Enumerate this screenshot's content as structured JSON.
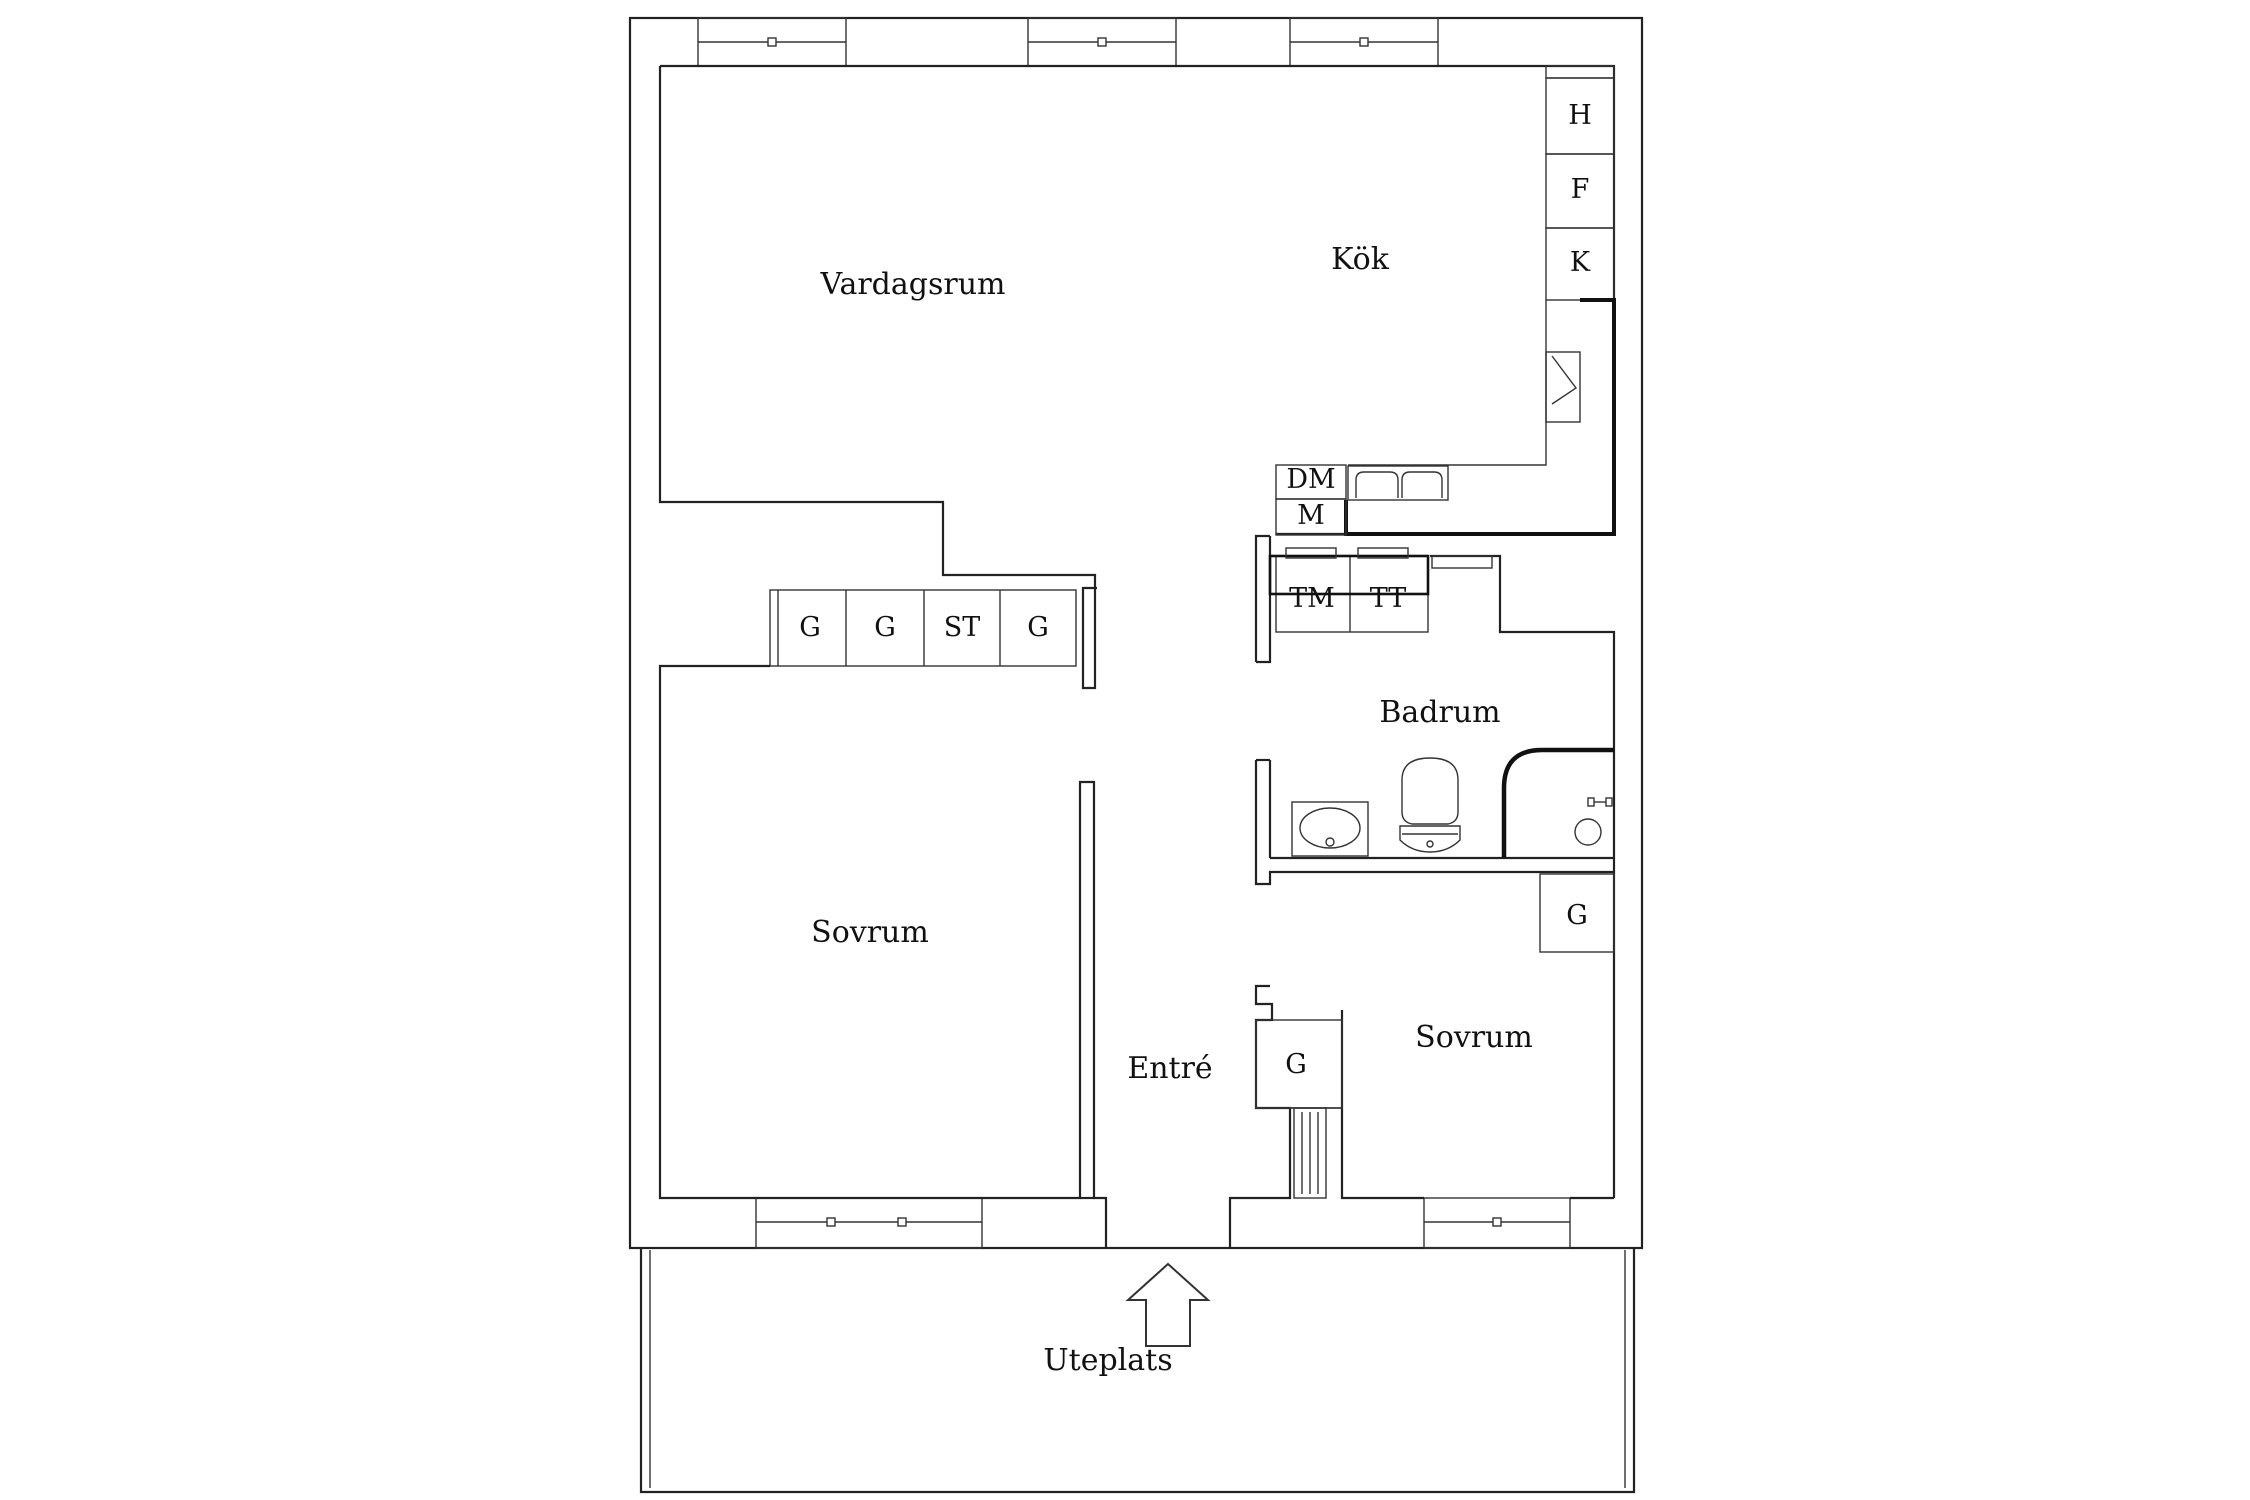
{
  "rooms": {
    "vardagsrum": "Vardagsrum",
    "kok": "Kök",
    "sovrum_left": "Sovrum",
    "badrum": "Badrum",
    "entre": "Entré",
    "sovrum_right": "Sovrum",
    "uteplats": "Uteplats"
  },
  "fixtures": {
    "h": "H",
    "f": "F",
    "k": "K",
    "dm": "DM",
    "m": "M",
    "tm": "TM",
    "tt": "TT",
    "g1": "G",
    "g2": "G",
    "st": "ST",
    "g3": "G",
    "g_bed_right": "G",
    "g_entry": "G"
  }
}
